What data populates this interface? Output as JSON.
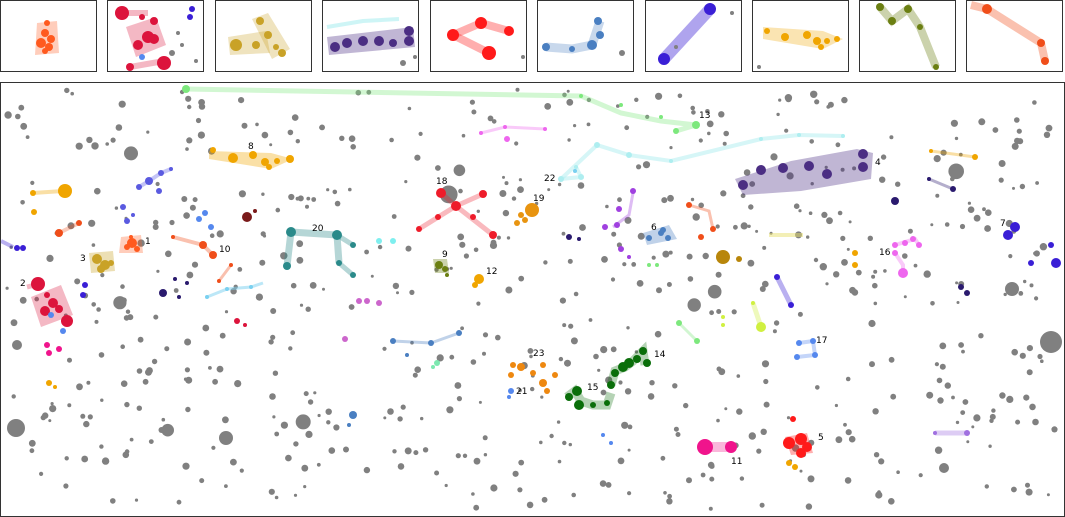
{
  "colors": {
    "background_star": "#808080",
    "panel_border": "#333333"
  },
  "thumbnails": [
    {
      "name": "thumb-1",
      "color": "#ff5a1f"
    },
    {
      "name": "thumb-2",
      "color": "#dc143c"
    },
    {
      "name": "thumb-3",
      "color": "#c9a227"
    },
    {
      "name": "thumb-4",
      "color": "#4b2e83"
    },
    {
      "name": "thumb-5",
      "color": "#ff1a1a"
    },
    {
      "name": "thumb-6",
      "color": "#4a7fc1"
    },
    {
      "name": "thumb-7",
      "color": "#3a1fd6"
    },
    {
      "name": "thumb-8",
      "color": "#f0a500"
    },
    {
      "name": "thumb-9",
      "color": "#6b7f12"
    },
    {
      "name": "thumb-10",
      "color": "#f04e1a"
    }
  ],
  "constellations": [
    {
      "id": "1",
      "label": "1",
      "color": "#ff5a1f"
    },
    {
      "id": "2",
      "label": "2",
      "color": "#dc143c"
    },
    {
      "id": "3",
      "label": "3",
      "color": "#c9a227"
    },
    {
      "id": "4",
      "label": "4",
      "color": "#4b2e83"
    },
    {
      "id": "5",
      "label": "5",
      "color": "#ff1a1a"
    },
    {
      "id": "6",
      "label": "6",
      "color": "#4a7fc1"
    },
    {
      "id": "7",
      "label": "7",
      "color": "#3a1fd6"
    },
    {
      "id": "8",
      "label": "8",
      "color": "#f0a500"
    },
    {
      "id": "9",
      "label": "9",
      "color": "#6b7f12"
    },
    {
      "id": "10",
      "label": "10",
      "color": "#f04e1a"
    },
    {
      "id": "11",
      "label": "11",
      "color": "#f0148c"
    },
    {
      "id": "12",
      "label": "12",
      "color": "#f0a500"
    },
    {
      "id": "13",
      "label": "13",
      "color": "#7de87d"
    },
    {
      "id": "14",
      "label": "14",
      "color": "#0a6e0a"
    },
    {
      "id": "15",
      "label": "15",
      "color": "#0a6e0a"
    },
    {
      "id": "16",
      "label": "16",
      "color": "#ee66ee"
    },
    {
      "id": "17",
      "label": "17",
      "color": "#5588ee"
    },
    {
      "id": "19",
      "label": "19",
      "color": "#e89410"
    },
    {
      "id": "18",
      "label": "18",
      "color": "#ee1c2a"
    },
    {
      "id": "20",
      "label": "20",
      "color": "#2a8a8a"
    },
    {
      "id": "21",
      "label": "21",
      "color": "#5588ee"
    },
    {
      "id": "22",
      "label": "22",
      "color": "#aeeef0"
    },
    {
      "id": "23",
      "label": "23",
      "color": "#ee8810"
    }
  ]
}
